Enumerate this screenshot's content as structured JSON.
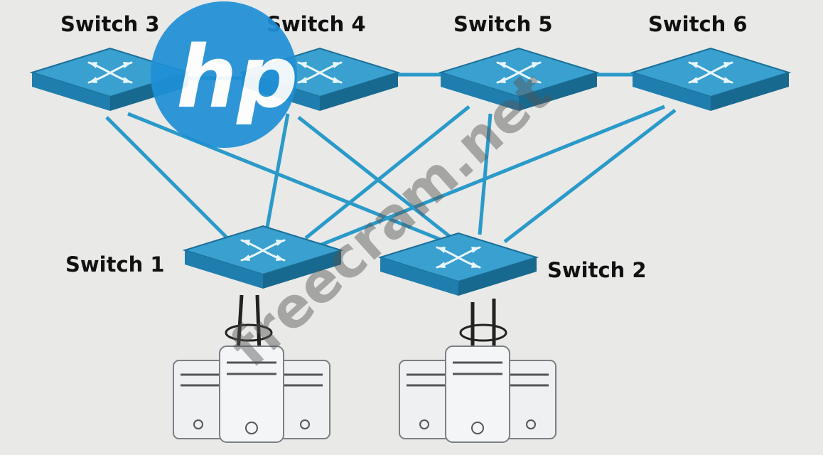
{
  "switches": {
    "s1": "Switch 1",
    "s2": "Switch 2",
    "s3": "Switch 3",
    "s4": "Switch 4",
    "s5": "Switch 5",
    "s6": "Switch 6"
  },
  "logo": {
    "text": "hp",
    "color": "#1f8fd6"
  },
  "watermark": "freecram.net",
  "colors": {
    "switch_top": "#3aa0cf",
    "switch_side": "#1f7eae",
    "link": "#2a9ac9",
    "server": "#eef0f1",
    "server_stroke": "#7a7f83"
  }
}
